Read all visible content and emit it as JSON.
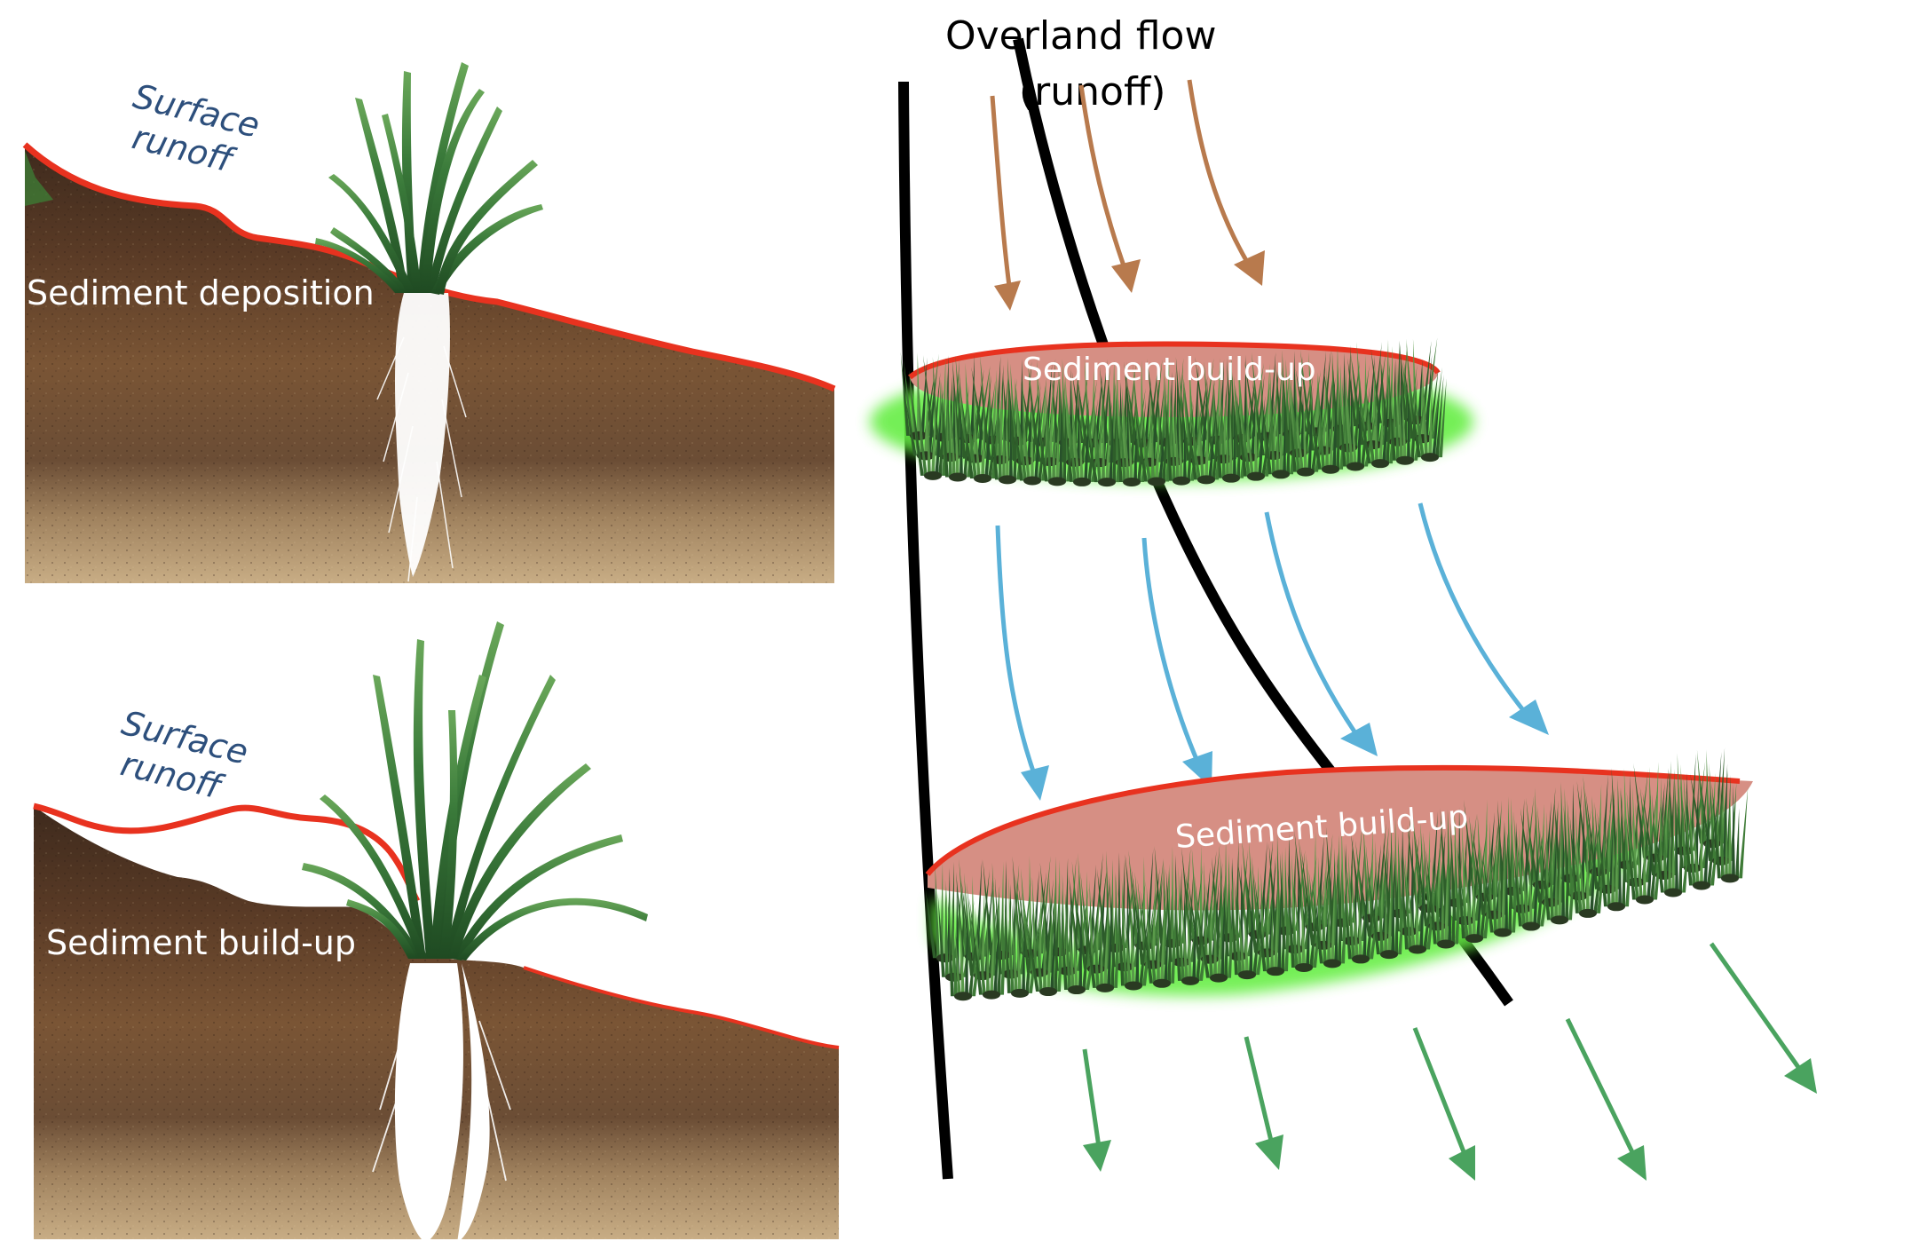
{
  "colors": {
    "surface_line": "#e8321f",
    "runoff_text": "#2d4f7c",
    "arrow_brown": "#b87a4d",
    "arrow_blue": "#5ab1d8",
    "arrow_green": "#4aa35f",
    "sediment_fill": "#d68f84",
    "grass_glow": "#66ee44",
    "channel_edge": "#000000"
  },
  "panel_top": {
    "runoff_label_line1": "Surface",
    "runoff_label_line2": "runoff",
    "sediment_label": "Sediment deposition"
  },
  "panel_bottom": {
    "runoff_label_line1": "Surface",
    "runoff_label_line2": "runoff",
    "sediment_label": "Sediment build-up"
  },
  "flow_channel": {
    "title_line1": "Overland flow",
    "title_line2": "(runoff)",
    "upper_strip_label": "Sediment build-up",
    "lower_strip_label": "Sediment build-up",
    "arrow_groups": [
      {
        "name": "incoming-runoff",
        "color": "brown",
        "count": 3
      },
      {
        "name": "between-strips",
        "color": "blue",
        "count": 4
      },
      {
        "name": "filtered-outflow",
        "color": "green",
        "count": 5
      }
    ]
  }
}
